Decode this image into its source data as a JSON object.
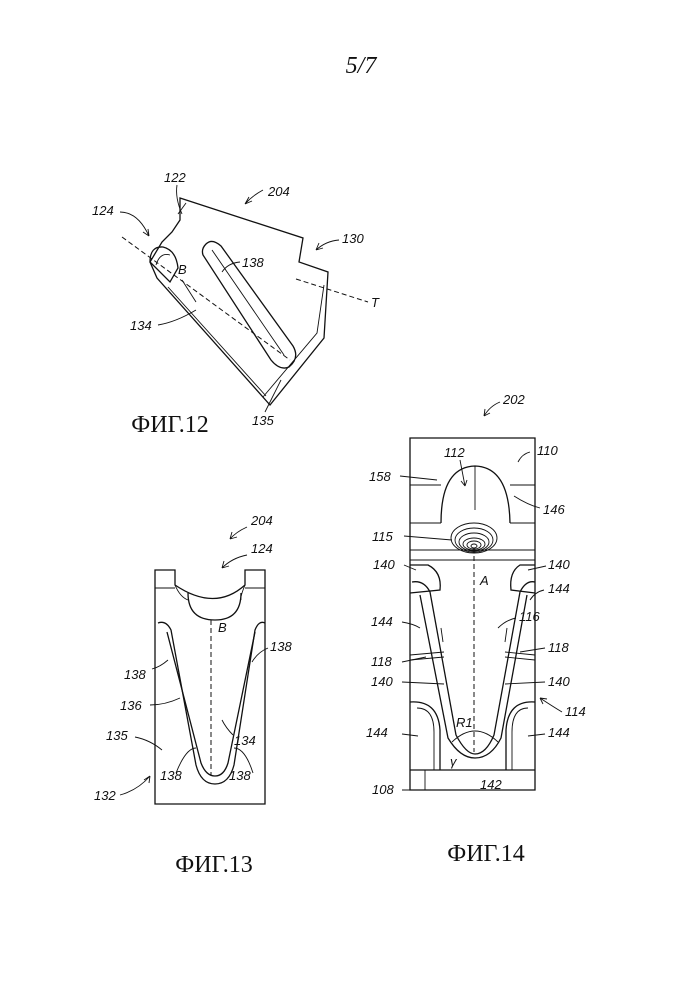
{
  "page_number": "5/7",
  "fig12": {
    "caption": "ФИГ.12",
    "refs": {
      "r122": "122",
      "r204": "204",
      "r124": "124",
      "r130": "130",
      "rB": "B",
      "r138": "138",
      "rT": "T",
      "r134": "134",
      "r135": "135"
    }
  },
  "fig13": {
    "caption": "ФИГ.13",
    "refs": {
      "r204": "204",
      "r124": "124",
      "rB": "B",
      "r138a": "138",
      "r138b": "138",
      "r136": "136",
      "r135": "135",
      "r134": "134",
      "r138c": "138",
      "r138d": "138",
      "r132": "132"
    }
  },
  "fig14": {
    "caption": "ФИГ.14",
    "refs": {
      "r202": "202",
      "r112": "112",
      "r110": "110",
      "r158": "158",
      "r146": "146",
      "r115": "115",
      "r140a": "140",
      "r140b": "140",
      "r144a": "144",
      "rA": "A",
      "r144b": "144",
      "r116": "116",
      "r118a": "118",
      "r118b": "118",
      "r140c": "140",
      "r140d": "140",
      "r114": "114",
      "rR1": "R1",
      "r144c": "144",
      "r144d": "144",
      "rgamma": "γ",
      "r108": "108",
      "r142": "142"
    }
  }
}
